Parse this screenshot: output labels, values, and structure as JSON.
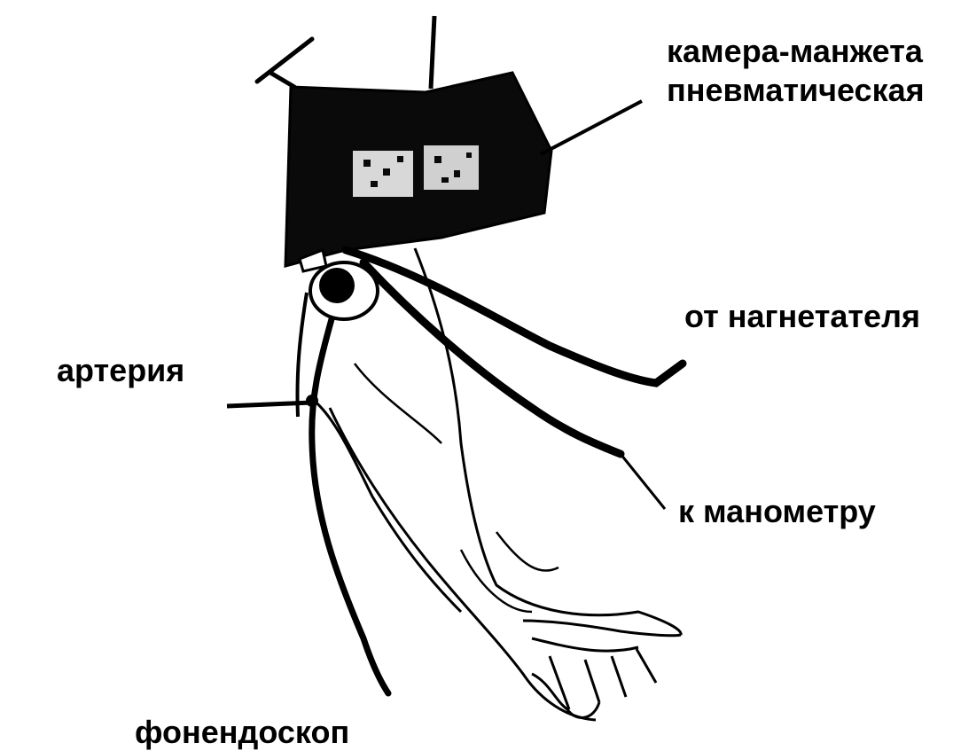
{
  "labels": {
    "cuff_line1": "камера-манжета",
    "cuff_line2": "пневматическая",
    "from_pump": "от нагнетателя",
    "artery": "артерия",
    "to_manometer": "к манометру",
    "phonendoscope": "фонендоскоп"
  },
  "colors": {
    "ink": "#000000",
    "paper": "#ffffff",
    "cuff_patch": "#d8d8d8"
  }
}
